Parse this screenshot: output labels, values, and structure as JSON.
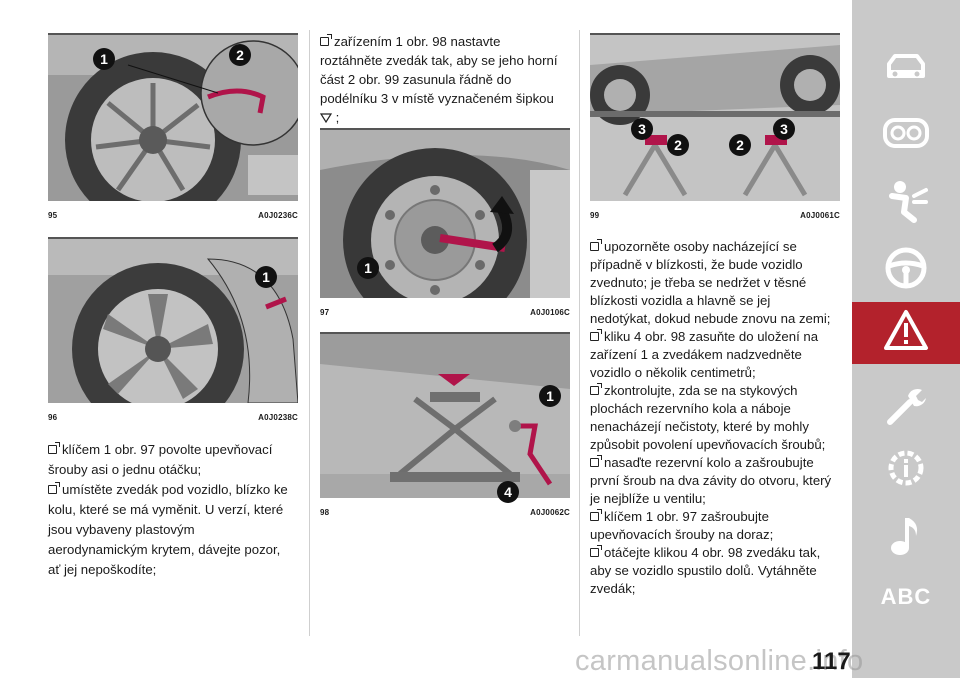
{
  "figures": {
    "f95": {
      "num": "95",
      "code": "A0J0236C"
    },
    "f96": {
      "num": "96",
      "code": "A0J0238C"
    },
    "f97": {
      "num": "97",
      "code": "A0J0106C"
    },
    "f98": {
      "num": "98",
      "code": "A0J0062C"
    },
    "f99": {
      "num": "99",
      "code": "A0J0061C"
    }
  },
  "callouts": {
    "c1": "1",
    "c2": "2",
    "c3": "3",
    "c4": "4"
  },
  "column1": {
    "lines": [
      "klíčem 1 obr. 97 povolte upevňovací",
      "šrouby asi o jednu otáčku;",
      "umístěte zvedák pod vozidlo, blízko ke",
      "kolu, které se má vyměnit. U verzí, které",
      "jsou vybaveny plastovým",
      "aerodynamickým krytem, dávejte pozor,",
      "ať jej nepoškodíte;"
    ]
  },
  "column2": {
    "lines": [
      "zařízením 1 obr. 98 nastavte",
      "roztáhněte zvedák tak, aby se jeho horní",
      "část 2 obr. 99 zasunula řádně do",
      "podélníku 3 v místě vyznačeném šipkou",
      ";"
    ]
  },
  "column3": {
    "lines": [
      "upozorněte osoby nacházející se",
      "případně v blízkosti, že bude vozidlo",
      "zvednuto; je třeba se nedržet v těsné",
      "blízkosti vozidla a hlavně se jej",
      "nedotýkat, dokud nebude znovu na zemi;",
      "kliku 4 obr. 98 zasuňte do uložení na",
      "zařízení 1 a zvedákem nadzvedněte",
      "vozidlo o několik centimetrů;",
      "zkontrolujte, zda se na stykových",
      "plochách rezervního kola a náboje",
      "nenacházejí nečistoty, které by mohly",
      "způsobit povolení upevňovacích šroubů;",
      "nasaďte rezervní kolo a zašroubujte",
      "první šroub na dva závity do otvoru, který",
      "je nejblíže u ventilu;",
      "klíčem 1 obr. 97 zašroubujte",
      "upevňovacích šrouby na doraz;",
      "otáčejte klikou 4 obr. 98 zvedáku tak,",
      "aby se vozidlo spustilo dolů. Vytáhněte",
      "zvedák;"
    ]
  },
  "sidebar": {
    "icons": [
      "car-icon",
      "dashboard-icon",
      "seat-occupant-icon",
      "steering-wheel-icon",
      "warning-triangle-icon",
      "wrench-icon",
      "gear-info-icon",
      "music-note-icon"
    ],
    "abc": "ABC",
    "accent": "#b3222c",
    "background": "#c9c9c9"
  },
  "page_number": "117",
  "watermark": "carmanualsonline.info",
  "colors": {
    "callout_circle": "#111111",
    "highlight": "#b0144a",
    "photo_gray": "#8a8a8a"
  }
}
